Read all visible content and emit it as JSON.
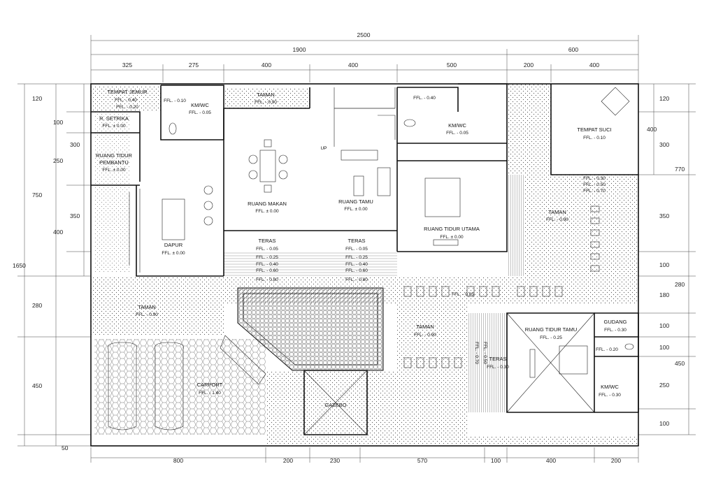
{
  "dims_top": {
    "total": "2500",
    "a": "1900",
    "b": "600",
    "segments": [
      "325",
      "275",
      "400",
      "400",
      "500",
      "200",
      "400"
    ]
  },
  "dims_bottom": [
    "800",
    "200",
    "230",
    "570",
    "100",
    "400",
    "200"
  ],
  "dims_left": {
    "total": "1650",
    "a": "750",
    "b": "280",
    "c": "450",
    "d": "50",
    "inner": [
      "120",
      "100",
      "300",
      "250",
      "350",
      "400"
    ]
  },
  "dims_right": {
    "a": "770",
    "segments": [
      "120",
      "400",
      "300",
      "350",
      "100",
      "280",
      "180",
      "100",
      "100",
      "450",
      "250",
      "100"
    ]
  },
  "rooms": [
    {
      "name": "TEMPAT JEMUR",
      "level": "FFL. - 0.40",
      "level2": "FFL. - 0.20"
    },
    {
      "name": "KM/WC",
      "level": "FFL. - 0.05",
      "level2": "FFL. - 0.10"
    },
    {
      "name": "TAMAN",
      "level": "FFL. - 0.90"
    },
    {
      "name": "R. SETRIKA",
      "level": "FFL. ± 0.00"
    },
    {
      "name": "RUANG TIDUR",
      "name2": "PEMBANTU",
      "level": "FFL. ± 0.00"
    },
    {
      "name": "RUANG MAKAN",
      "level": "FFL. ± 0.00"
    },
    {
      "name": "RUANG TAMU",
      "level": "FFL. ± 0.00"
    },
    {
      "name": "KM/WC",
      "level": "FFL. - 0.05",
      "level2": "FFL. - 0.40"
    },
    {
      "name": "RUANG TIDUR UTAMA",
      "level": "FFL. ± 0.00"
    },
    {
      "name": "TEMPAT SUCI",
      "level": "FFL. - 0.10"
    },
    {
      "name": "DAPUR",
      "level": "FFL. ± 0.00"
    },
    {
      "name": "TAMAN",
      "level": "FFL. - 0.90"
    },
    {
      "name": "TAMAN",
      "level": "FFL. - 0.90"
    },
    {
      "name": "TAMAN",
      "level": "FFL. - 0.90"
    },
    {
      "name": "CARPORT",
      "level": "FFL. - 1.40"
    },
    {
      "name": "GAZEBO",
      "level": ""
    },
    {
      "name": "RUANG TIDUR TAMU",
      "level": "FFL. - 0.25"
    },
    {
      "name": "GUDANG",
      "level": "FFL. - 0.30"
    },
    {
      "name": "KM/WC",
      "level": "FFL. - 0.30",
      "level2": "FFL. - 0.20"
    },
    {
      "name": "TERAS",
      "level": "FFL. - 0.30"
    }
  ],
  "teras": {
    "name": "TERAS",
    "levels": [
      "FFL. - 0.05",
      "FFL. - 0.25",
      "FFL. - 0.40",
      "FFL. - 0.60",
      "FFL. - 0.80"
    ]
  },
  "garden_levels": [
    "FFL. - 0.30",
    "FFL. - 0.50",
    "FFL. - 0.70"
  ],
  "path_level": "FFL. - 0.85",
  "terrace_vertical": [
    "FFL. - 0.50",
    "FFL. - 0.70"
  ],
  "stair_label": "UP",
  "colors": {
    "line": "#111111",
    "hatch": "#555555",
    "bg": "#ffffff"
  }
}
